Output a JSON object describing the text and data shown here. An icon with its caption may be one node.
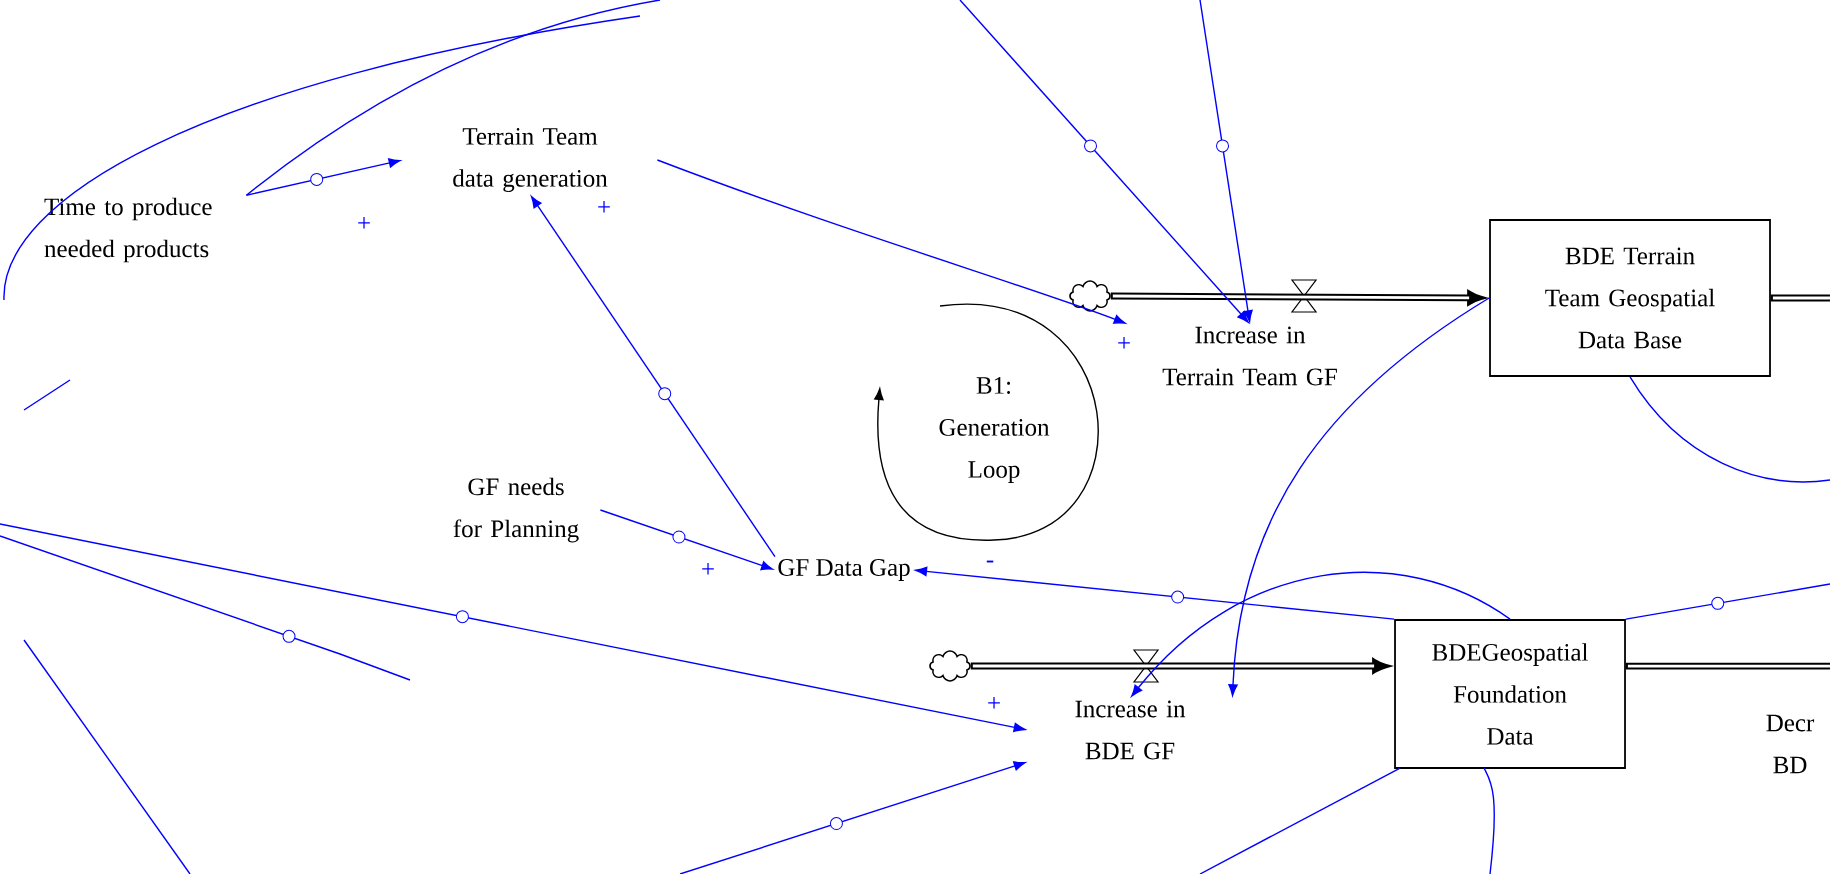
{
  "diagram": {
    "nodes": [
      {
        "text": [
          "Time to produce needed products"
        ]
      },
      {
        "text": [
          "Terrain Team data generation"
        ]
      },
      {
        "text": [
          "Increase in Terrain Team GF"
        ]
      },
      {
        "text": [
          "BDE Terrain Team Geospatial Data Base"
        ]
      },
      {
        "text": [
          "GF needs for Planning"
        ]
      },
      {
        "text": [
          "GF Data Gap"
        ]
      },
      {
        "text": [
          "Increase in BDE GF"
        ]
      },
      {
        "text": [
          "BDEGeospatial Foundation Data"
        ]
      },
      {
        "text": [],
        "shape": "cloud"
      },
      {
        "text": [],
        "shape": "cloud"
      }
    ],
    "edges": [
      {
        "from": 0,
        "to": 1,
        "arrow": "to",
        "label": "+"
      },
      {
        "from": 1,
        "to": 2,
        "arrow": "to",
        "label": "+"
      },
      {
        "from": 5,
        "to": 1,
        "arrow": "to",
        "label": "+"
      },
      {
        "from": 4,
        "to": 5,
        "arrow": "to",
        "label": "+"
      },
      {
        "from": 7,
        "to": 5,
        "arrow": "to",
        "label": "-"
      },
      {
        "from": 8,
        "to": 3,
        "arrow": "to",
        "style": "thick",
        "color": "#000000"
      },
      {
        "from": 9,
        "to": 7,
        "arrow": "to",
        "style": "thick",
        "color": "#000000"
      },
      {
        "from": 3,
        "to": null,
        "arrow": "none",
        "style": "thick",
        "color": "#000000"
      },
      {
        "from": 7,
        "to": null,
        "arrow": "none",
        "style": "thick",
        "color": "#000000"
      },
      {
        "from": 7,
        "to": 6,
        "arrow": "to"
      },
      {
        "from": 3,
        "to": 6,
        "arrow": "to"
      },
      {
        "from": null,
        "to": 2,
        "arrow": "to"
      },
      {
        "from": null,
        "to": 2,
        "arrow": "to"
      },
      {
        "from": null,
        "to": 6,
        "arrow": "to",
        "label": "+"
      },
      {
        "from": null,
        "to": 6,
        "arrow": "to"
      },
      {
        "from": 0,
        "to": null,
        "arrow": "none"
      },
      {
        "from": 3,
        "to": null,
        "arrow": "none"
      },
      {
        "from": 7,
        "to": null,
        "arrow": "none"
      }
    ],
    "labels": [
      "B1: Generation Loop",
      "Decr BD"
    ]
  }
}
